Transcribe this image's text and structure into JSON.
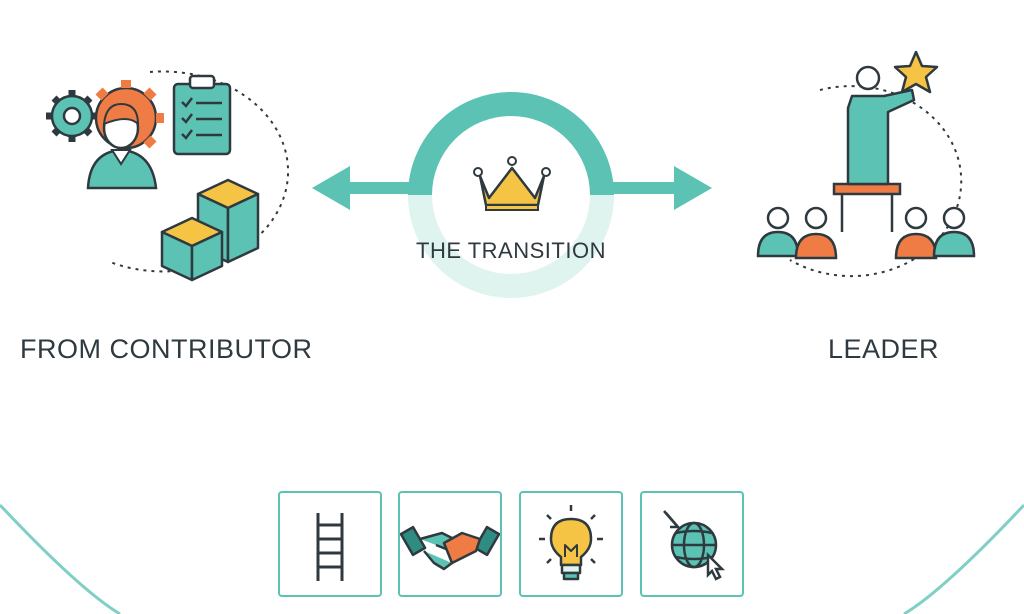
{
  "labels": {
    "left": "FROM CONTRIBUTOR",
    "center": "THE TRANSITION",
    "right": "LEADER"
  },
  "colors": {
    "teal": "#5cc2b3",
    "teal_dark": "#2e8c80",
    "orange": "#ef7c45",
    "yellow": "#f6c445",
    "ink": "#2f3a40"
  },
  "tiles": [
    {
      "icon": "ladder-icon"
    },
    {
      "icon": "handshake-icon"
    },
    {
      "icon": "lightbulb-icon"
    },
    {
      "icon": "globe-cursor-icon"
    }
  ]
}
